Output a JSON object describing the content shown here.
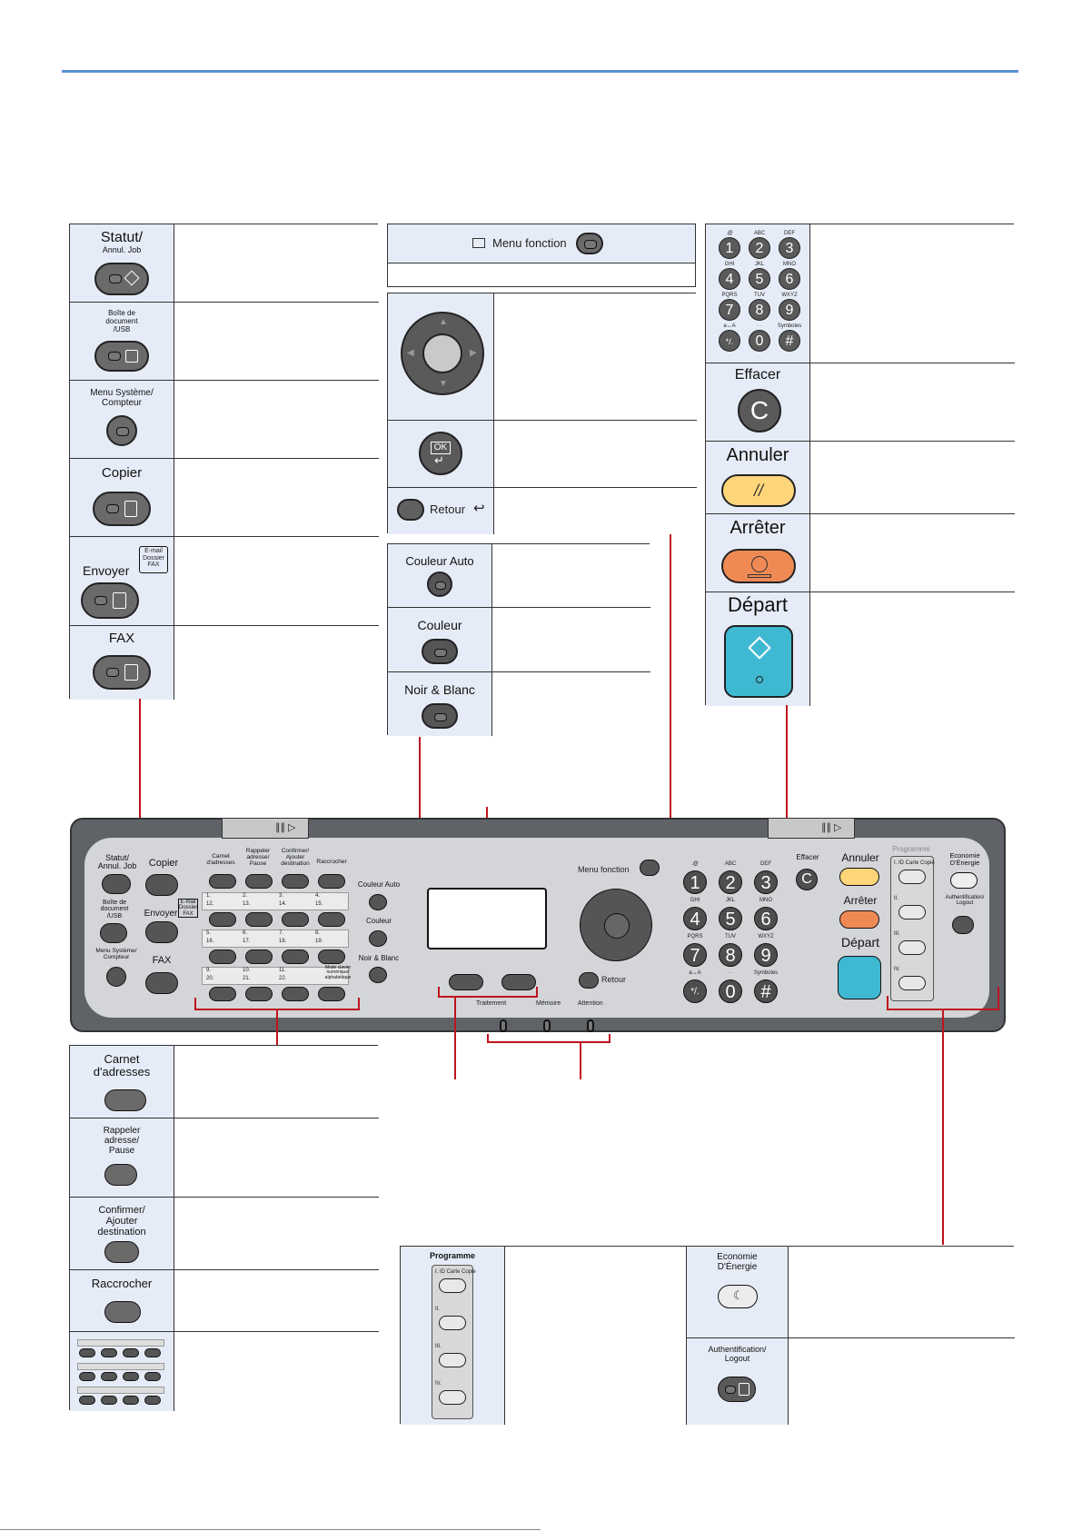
{
  "left_table": {
    "statut_label": "Statut/",
    "statut_sub": "Annul. Job",
    "boite_label": "Boîte de\ndocument\n/USB",
    "menu_label": "Menu Système/\nCompteur",
    "copier_label": "Copier",
    "envoyer_label": "Envoyer",
    "envoyer_sub": "E-mail\nDossier\nFAX",
    "fax_label": "FAX"
  },
  "middle": {
    "menu_fonction": "Menu fonction",
    "ok_glyph": "OK",
    "retour": "Retour",
    "couleur_auto": "Couleur Auto",
    "couleur": "Couleur",
    "noir_blanc": "Noir & Blanc"
  },
  "right_table": {
    "keys": [
      {
        "n": "1",
        "s": ".@"
      },
      {
        "n": "2",
        "s": "ABC"
      },
      {
        "n": "3",
        "s": "DEF"
      },
      {
        "n": "4",
        "s": "GHI"
      },
      {
        "n": "5",
        "s": "JKL"
      },
      {
        "n": "6",
        "s": "MNO"
      },
      {
        "n": "7",
        "s": "PQRS"
      },
      {
        "n": "8",
        "s": "TUV"
      },
      {
        "n": "9",
        "s": "WXYZ"
      },
      {
        "n": "*/.",
        "s": "a↔A"
      },
      {
        "n": "0",
        "s": "· ·"
      },
      {
        "n": "#",
        "s": "Symboles"
      }
    ],
    "effacer": "Effacer",
    "effacer_glyph": "C",
    "annuler": "Annuler",
    "annuler_glyph": "//",
    "arreter": "Arrêter",
    "depart": "Départ"
  },
  "bottom_left": {
    "carnet": "Carnet\nd'adresses",
    "rappeler": "Rappeler\nadresse/\nPause",
    "confirmer": "Confirmer/\nAjouter\ndestination",
    "raccrocher": "Raccrocher"
  },
  "bottom_right": {
    "programme": "Programme",
    "prog_items": [
      "I. ID Carte Copie",
      "II.",
      "III.",
      "IV."
    ],
    "economie": "Economie\nD'Énergie",
    "auth": "Authentification/\nLogout"
  },
  "panel": {
    "statut": "Statut/\nAnnul. Job",
    "copier": "Copier",
    "boite": "Boîte de\ndocument\n/USB",
    "envoyer": "Envoyer",
    "envoyer_sub": "E-mail\nDossier\nFAX",
    "menu": "Menu Système/\nCompteur",
    "fax": "FAX",
    "carnet": "Carnet\nd'adresses",
    "rappeler": "Rappeler\nadresse/\nPause",
    "confirmer": "Confirmer/\nAjouter\ndestination",
    "raccrocher": "Raccrocher",
    "strip1": [
      "1.",
      "2.",
      "3.",
      "4."
    ],
    "strip1b": [
      "12.",
      "13.",
      "14.",
      "15."
    ],
    "strip2": [
      "5.",
      "6.",
      "7.",
      "8."
    ],
    "strip2b": [
      "16.",
      "17.",
      "18.",
      "19."
    ],
    "strip3": [
      "9.",
      "10.",
      "11."
    ],
    "strip3b": [
      "20.",
      "21.",
      "22."
    ],
    "mode": "Mode clavier\nnumérique/\nalphabétique",
    "couleur_auto": "Couleur Auto",
    "couleur": "Couleur",
    "noir_blanc": "Noir & Blanc",
    "menu_fonction": "Menu fonction",
    "retour": "Retour",
    "traitement": "Traitement",
    "memoire": "Mémoire",
    "attention": "Attention",
    "effacer": "Effacer",
    "annuler": "Annuler",
    "arreter": "Arrêter",
    "depart": "Départ",
    "programme": "Programme",
    "prog_items": [
      "I. ID Carte Copie",
      "II.",
      "III.",
      "IV."
    ],
    "economie": "Economie\nD'Énergie",
    "auth": "Authentification/\nLogout",
    "symboles": "Symboles"
  },
  "colors": {
    "cell_bg": "#e6ecf7",
    "accent_line": "#5b8fd6",
    "leader": "#c0141e",
    "annuler": "#ffd57a",
    "arreter": "#f08a55",
    "depart": "#3fb9d2"
  }
}
